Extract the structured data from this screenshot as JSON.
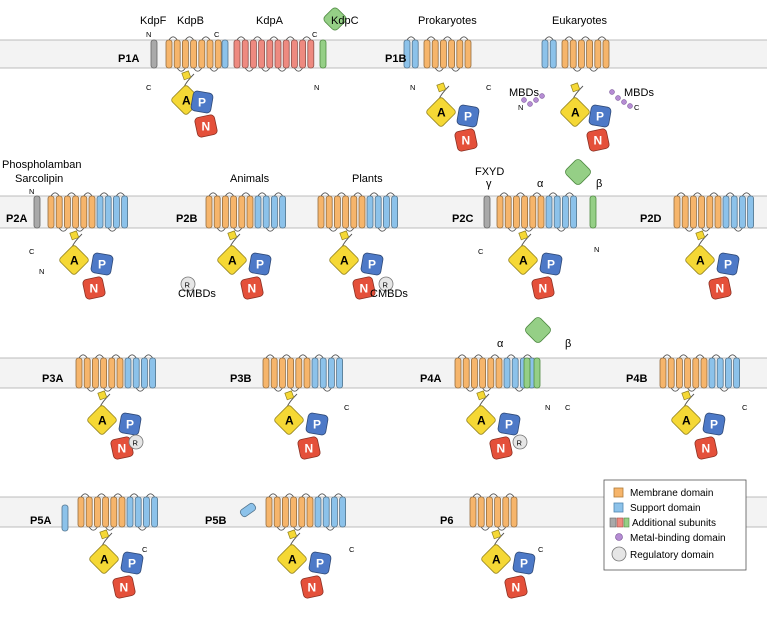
{
  "colors": {
    "membrane": "#f3f3f3",
    "membrane_line": "#a8a8a8",
    "membrane_domain": "#f6b56b",
    "support_domain": "#8cc2ea",
    "additional_red": "#ee8a80",
    "additional_green": "#95cf86",
    "additional_gray": "#a9a9a9",
    "a_domain": "#f5d835",
    "p_domain": "#4d79c7",
    "n_domain": "#e4503a",
    "metal": "#b58cd3",
    "regulatory": "#e6e6e6"
  },
  "domain_letters": {
    "a": "A",
    "p": "P",
    "n": "N",
    "r": "R"
  },
  "termini": {
    "n": "N",
    "c": "C"
  },
  "rows": {
    "row1": {
      "p1a": {
        "type": "P1A",
        "kdpf": "KdpF",
        "kdpb": "KdpB",
        "kdpa": "KdpA",
        "kdpc": "KdpC"
      },
      "p1b": {
        "type": "P1B",
        "prokaryotes": "Prokaryotes",
        "eukaryotes": "Eukaryotes",
        "mbds_left": "MBDs",
        "mbds_right": "MBDs"
      }
    },
    "row2": {
      "p2a": {
        "type": "P2A",
        "phospholamban": "Phospholamban",
        "sarcolipin": "Sarcolipin"
      },
      "p2b": {
        "type": "P2B",
        "animals": "Animals",
        "plants": "Plants",
        "cmbds_animals": "CMBDs",
        "cmbds_plants": "CMBDs"
      },
      "p2c": {
        "type": "P2C",
        "fxyd": "FXYD",
        "gamma": "γ",
        "alpha": "α",
        "beta": "β"
      },
      "p2d": {
        "type": "P2D"
      }
    },
    "row3": {
      "p3a": {
        "type": "P3A"
      },
      "p3b": {
        "type": "P3B"
      },
      "p4a": {
        "type": "P4A",
        "alpha": "α",
        "beta": "β"
      },
      "p4b": {
        "type": "P4B"
      }
    },
    "row4": {
      "p5a": {
        "type": "P5A"
      },
      "p5b": {
        "type": "P5B"
      },
      "p6": {
        "type": "P6"
      }
    }
  },
  "legend": {
    "membrane_domain": "Membrane domain",
    "support_domain": "Support domain",
    "additional_subunits": "Additional subunits",
    "metal_binding_domain": "Metal-binding domain",
    "regulatory_domain": "Regulatory domain"
  }
}
